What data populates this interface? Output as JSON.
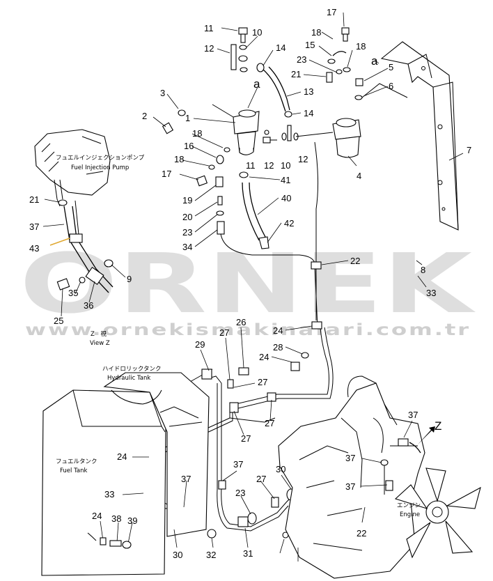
{
  "watermark": {
    "brand": "ORNEK",
    "url": "www.ornekismakinalari.com.tr"
  },
  "labels": {
    "fuel_injection_pump_jp": "フュエルインジェクションポンプ",
    "fuel_injection_pump_en": "Fuel Injection Pump",
    "view_z_jp": "Z　視",
    "view_z_en": "View Z",
    "hydraulic_tank_jp": "ハイドロリックタンク",
    "hydraulic_tank_en": "Hydraulic Tank",
    "fuel_tank_jp": "フュエルタンク",
    "fuel_tank_en": "Fuel Tank",
    "engine_jp": "エンジン",
    "engine_en": "Engine"
  },
  "letters": {
    "a1": "a",
    "a2": "a",
    "z": "Z"
  },
  "callouts": [
    "17",
    "11",
    "10",
    "18",
    "15",
    "18",
    "12",
    "14",
    "23",
    "5",
    "21",
    "13",
    "6",
    "3",
    "1",
    "2",
    "14",
    "18",
    "16",
    "11",
    "12",
    "10",
    "12",
    "4",
    "7",
    "18",
    "17",
    "41",
    "19",
    "40",
    "20",
    "23",
    "42",
    "21",
    "37",
    "43",
    "22",
    "34",
    "9",
    "8",
    "33",
    "36",
    "35",
    "25",
    "26",
    "27",
    "24",
    "29",
    "28",
    "24",
    "27",
    "27",
    "37",
    "27",
    "24",
    "37",
    "37",
    "30",
    "37",
    "27",
    "37",
    "33",
    "23",
    "22",
    "24",
    "38",
    "39",
    "30",
    "32",
    "31"
  ]
}
